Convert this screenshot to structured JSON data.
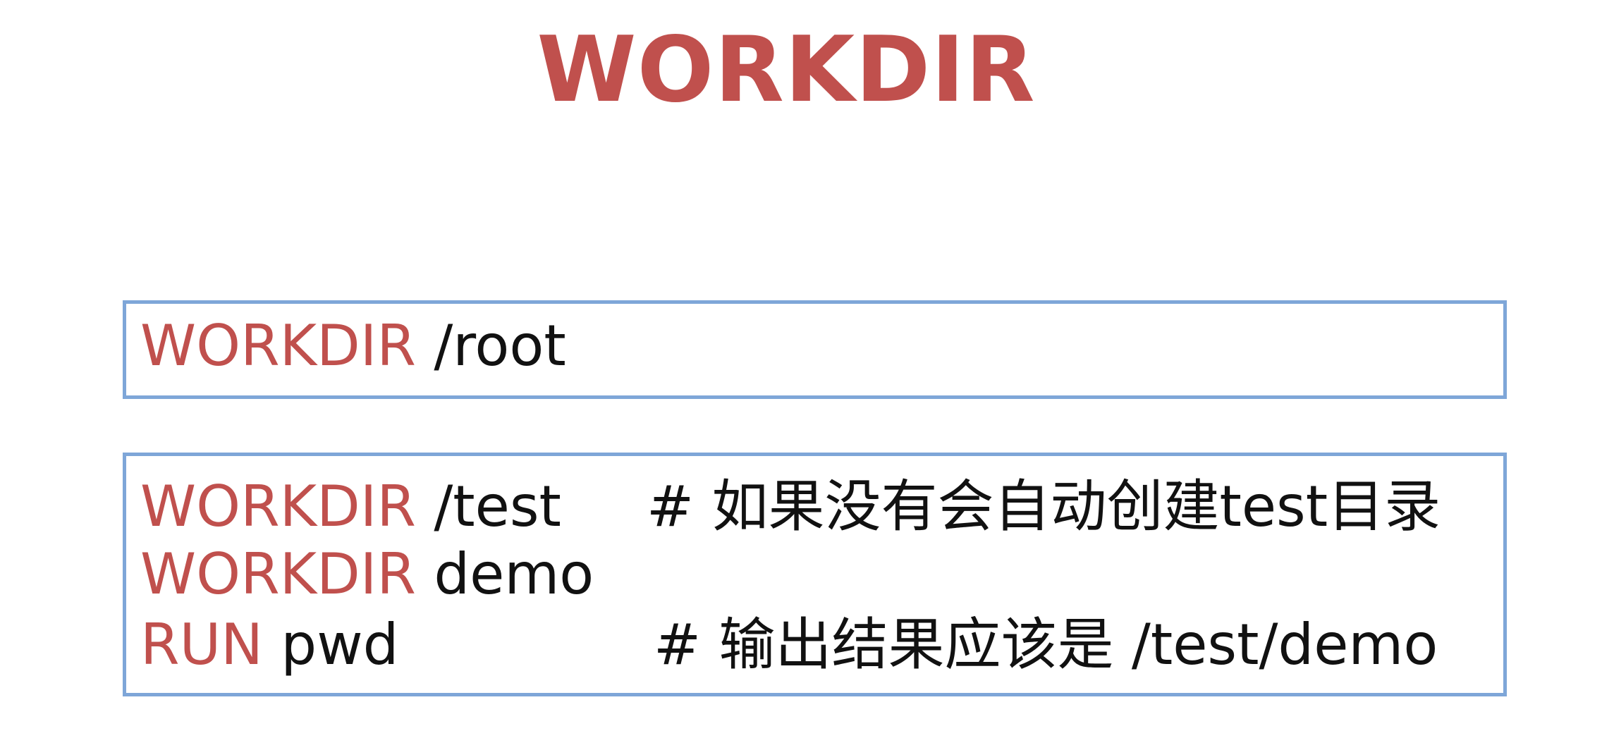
{
  "slide": {
    "title": "WORKDIR",
    "colors": {
      "keyword": "#c0504d",
      "text": "#111111",
      "box_border": "#7ea6d8"
    }
  },
  "box1": {
    "lines": [
      {
        "keyword": "WORKDIR",
        "arg": " /root"
      }
    ]
  },
  "box2": {
    "lines": [
      {
        "keyword": "WORKDIR",
        "arg": " /test",
        "comment": "# 如果没有会自动创建test目录"
      },
      {
        "keyword": "WORKDIR",
        "arg": " demo"
      },
      {
        "keyword": "RUN",
        "arg": " pwd",
        "comment": "# 输出结果应该是 /test/demo"
      }
    ]
  }
}
